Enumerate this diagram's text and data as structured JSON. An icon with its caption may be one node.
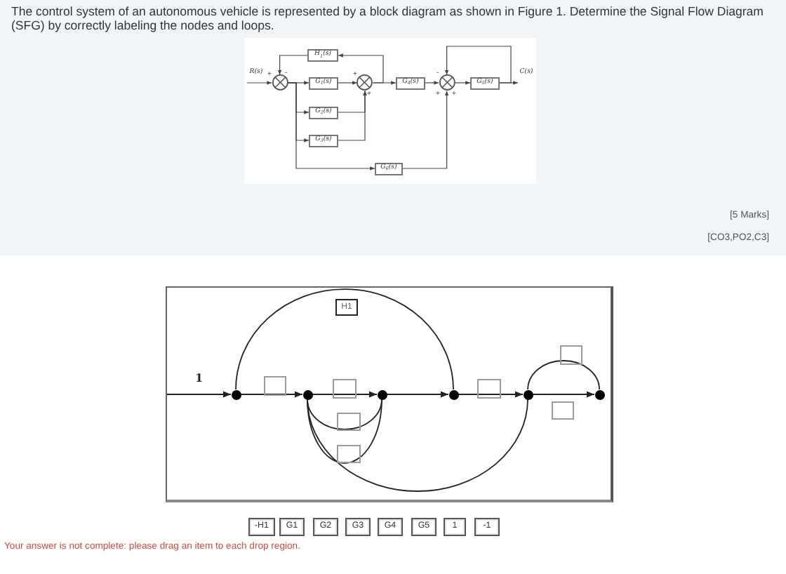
{
  "diagram": {
    "nodes": [
      {
        "text": [
          "R(s)"
        ]
      },
      {
        "text": [],
        "shape": "circle"
      },
      {
        "text": [
          "H$_{1}$(s)"
        ]
      },
      {
        "text": [
          "G$_{1}$(s)"
        ]
      },
      {
        "text": [
          "G$_{2}$(s)"
        ]
      },
      {
        "text": [
          "G$_{3}$(s)"
        ]
      },
      {
        "text": [],
        "shape": "circle"
      },
      {
        "text": [
          "G$_{4}$(s)"
        ]
      },
      {
        "text": [],
        "shape": "circle"
      },
      {
        "text": [
          "G$_{5}$(s)"
        ]
      },
      {
        "text": [
          "C(s)"
        ]
      },
      {
        "text": [
          "G$_{6}$(s)"
        ]
      },
      {
        "text": [
          "H1"
        ]
      },
      {
        "text": [],
        "shape": "circle"
      },
      {
        "text": [],
        "shape": "circle"
      },
      {
        "text": [],
        "shape": "circle"
      },
      {
        "text": [],
        "shape": "circle"
      },
      {
        "text": [],
        "shape": "circle"
      },
      {
        "text": [],
        "shape": "circle"
      },
      {
        "text": [],
        "shape": "box"
      },
      {
        "text": [],
        "shape": "box"
      },
      {
        "text": [],
        "shape": "box"
      },
      {
        "text": [],
        "shape": "box"
      },
      {
        "text": [],
        "shape": "box"
      },
      {
        "text": [],
        "shape": "box"
      },
      {
        "text": [],
        "shape": "box"
      },
      {
        "text": [
          "-H1"
        ]
      },
      {
        "text": [
          "G1"
        ]
      },
      {
        "text": [
          "G2"
        ]
      },
      {
        "text": [
          "G3"
        ]
      },
      {
        "text": [
          "G4"
        ]
      },
      {
        "text": [
          "G5"
        ]
      },
      {
        "text": [
          "1"
        ]
      },
      {
        "text": [
          "-1"
        ]
      }
    ],
    "edges": [
      {
        "from": 0,
        "to": 1,
        "arrow": "to"
      },
      {
        "from": 1,
        "to": 3,
        "arrow": "to"
      },
      {
        "from": 1,
        "to": 4,
        "arrow": "to"
      },
      {
        "from": 1,
        "to": 5,
        "arrow": "to"
      },
      {
        "from": 1,
        "to": 11,
        "arrow": "to"
      },
      {
        "from": 3,
        "to": 6,
        "arrow": "to"
      },
      {
        "from": 4,
        "to": 6,
        "arrow": "to"
      },
      {
        "from": 5,
        "to": 6,
        "arrow": "to"
      },
      {
        "from": 6,
        "to": 7,
        "arrow": "to"
      },
      {
        "from": 6,
        "to": 2,
        "arrow": "to"
      },
      {
        "from": 2,
        "to": 1,
        "arrow": "to"
      },
      {
        "from": 7,
        "to": 8,
        "arrow": "to"
      },
      {
        "from": 8,
        "to": 9,
        "arrow": "to"
      },
      {
        "from": 9,
        "to": 10,
        "arrow": "to"
      },
      {
        "from": 9,
        "to": 8,
        "arrow": "to"
      },
      {
        "from": 11,
        "to": 8,
        "arrow": "to"
      },
      {
        "from": null,
        "to": 13,
        "arrow": "to",
        "label": "1"
      },
      {
        "from": 13,
        "to": 14,
        "arrow": "to"
      },
      {
        "from": 14,
        "to": 15,
        "arrow": "to"
      },
      {
        "from": 15,
        "to": 16,
        "arrow": "to"
      },
      {
        "from": 16,
        "to": 17,
        "arrow": "to"
      },
      {
        "from": 17,
        "to": 18,
        "arrow": "to"
      },
      {
        "from": 13,
        "to": 16,
        "arrow": "none"
      },
      {
        "from": 14,
        "to": 15,
        "arrow": "none"
      },
      {
        "from": 14,
        "to": 15,
        "arrow": "none"
      },
      {
        "from": 14,
        "to": 17,
        "arrow": "none"
      },
      {
        "from": 17,
        "to": 18,
        "arrow": "none"
      }
    ],
    "labels": [
      "The control system of an autonomous vehicle is represented by a block diagram as shown in Figure 1. Determine the Signal Flow Diagram (SFG) by correctly labeling the nodes and loops.",
      "+",
      "-",
      "+",
      "-",
      "+",
      "+",
      "+",
      "[5 Marks]",
      "[CO3,PO2,C3]",
      "Your answer is not complete: please drag an item to each drop region."
    ]
  }
}
